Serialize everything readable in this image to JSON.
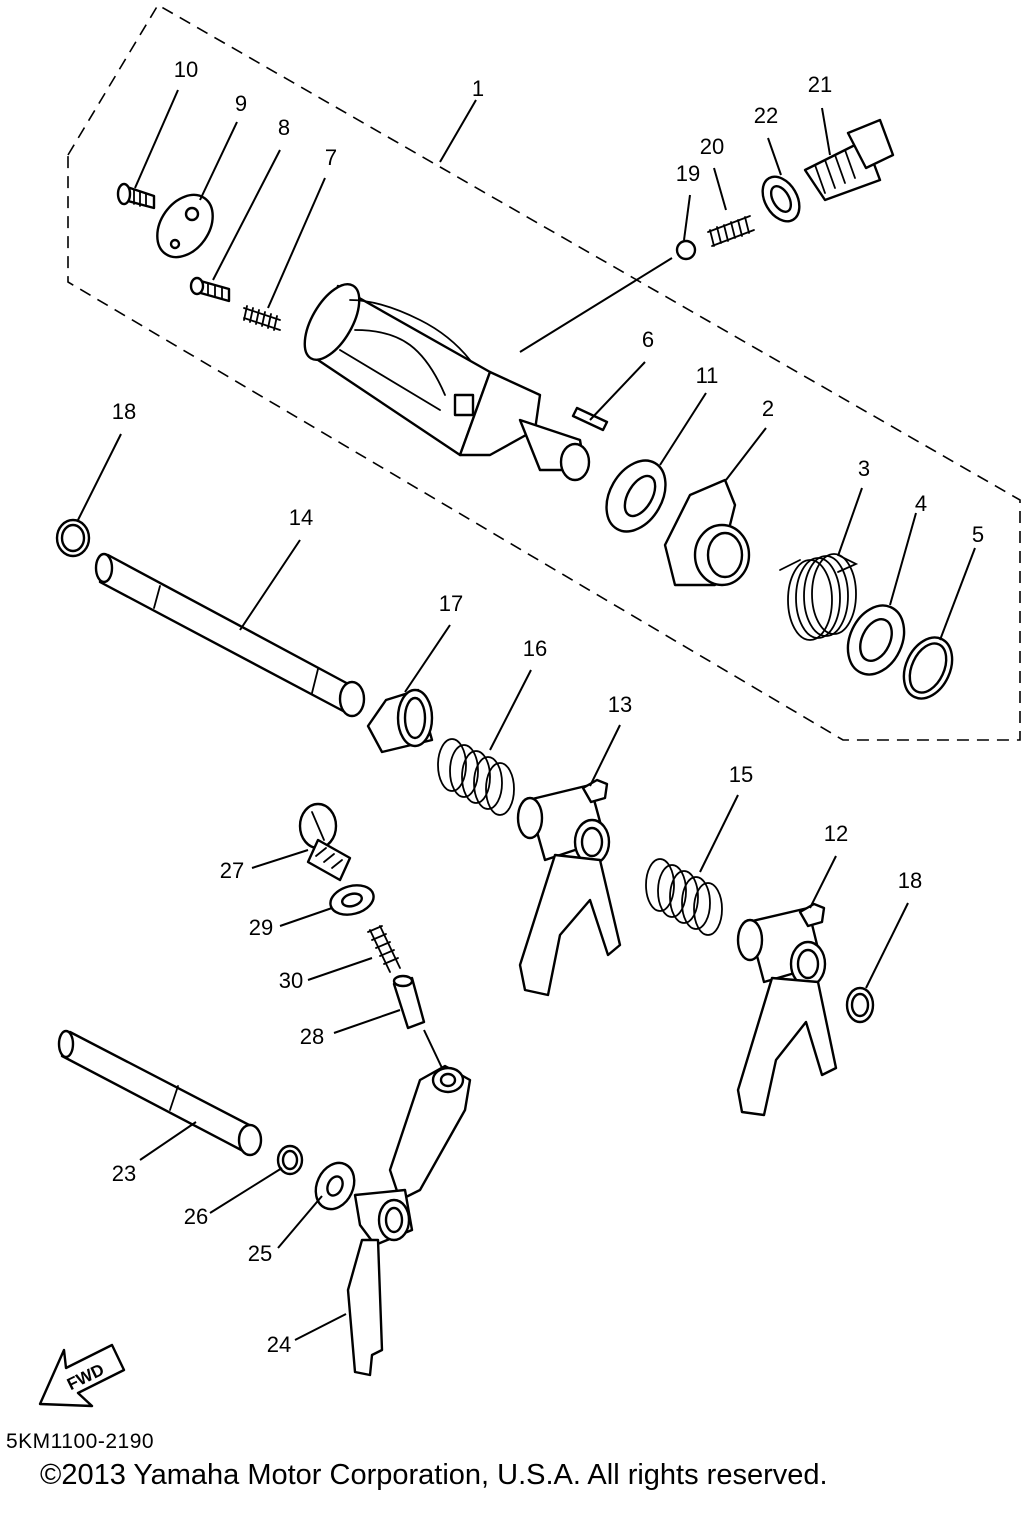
{
  "diagram": {
    "callouts": [
      "1",
      "2",
      "3",
      "4",
      "5",
      "6",
      "7",
      "8",
      "9",
      "10",
      "11",
      "12",
      "13",
      "14",
      "15",
      "16",
      "17",
      "18",
      "18",
      "19",
      "20",
      "21",
      "22",
      "23",
      "24",
      "25",
      "26",
      "27",
      "28",
      "29",
      "30"
    ],
    "arrow_label": "FWD",
    "drawing_code": "5KM1100-2190",
    "copyright": "©2013 Yamaha Motor Corporation, U.S.A. All rights reserved."
  }
}
